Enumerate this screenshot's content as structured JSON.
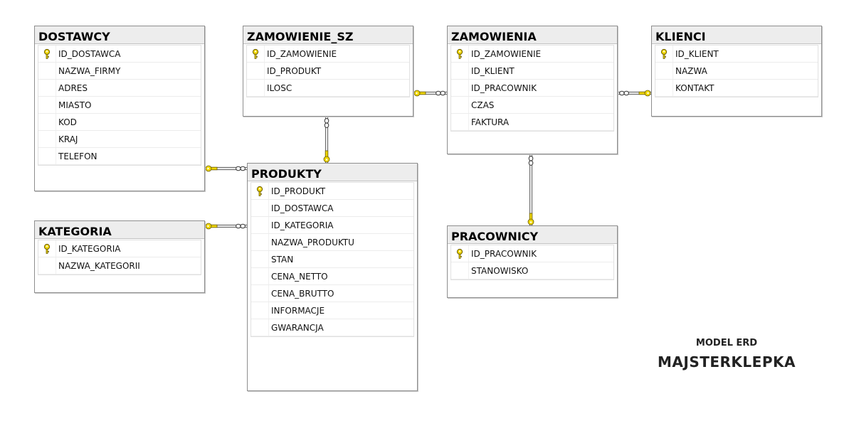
{
  "tables": {
    "dostawcy": {
      "name": "DOSTAWCY",
      "columns": [
        {
          "name": "ID_DOSTAWCA",
          "pk": true
        },
        {
          "name": "NAZWA_FIRMY"
        },
        {
          "name": "ADRES"
        },
        {
          "name": "MIASTO"
        },
        {
          "name": "KOD"
        },
        {
          "name": "KRAJ"
        },
        {
          "name": "TELEFON"
        }
      ]
    },
    "zamowienie_sz": {
      "name": "ZAMOWIENIE_SZ",
      "columns": [
        {
          "name": "ID_ZAMOWIENIE",
          "pk": true
        },
        {
          "name": "ID_PRODUKT"
        },
        {
          "name": "ILOSC"
        }
      ]
    },
    "zamowienia": {
      "name": "ZAMOWIENIA",
      "columns": [
        {
          "name": "ID_ZAMOWIENIE",
          "pk": true
        },
        {
          "name": "ID_KLIENT"
        },
        {
          "name": "ID_PRACOWNIK"
        },
        {
          "name": "CZAS"
        },
        {
          "name": "FAKTURA"
        }
      ]
    },
    "klienci": {
      "name": "KLIENCI",
      "columns": [
        {
          "name": "ID_KLIENT",
          "pk": true
        },
        {
          "name": "NAZWA"
        },
        {
          "name": "KONTAKT"
        }
      ]
    },
    "produkty": {
      "name": "PRODUKTY",
      "columns": [
        {
          "name": "ID_PRODUKT",
          "pk": true
        },
        {
          "name": "ID_DOSTAWCA"
        },
        {
          "name": "ID_KATEGORIA"
        },
        {
          "name": "NAZWA_PRODUKTU"
        },
        {
          "name": "STAN"
        },
        {
          "name": "CENA_NETTO"
        },
        {
          "name": "CENA_BRUTTO"
        },
        {
          "name": "INFORMACJE"
        },
        {
          "name": "GWARANCJA"
        }
      ]
    },
    "kategoria": {
      "name": "KATEGORIA",
      "columns": [
        {
          "name": "ID_KATEGORIA",
          "pk": true
        },
        {
          "name": "NAZWA_KATEGORII"
        }
      ]
    },
    "pracownicy": {
      "name": "PRACOWNICY",
      "columns": [
        {
          "name": "ID_PRACOWNIK",
          "pk": true
        },
        {
          "name": "STANOWISKO"
        }
      ]
    }
  },
  "relationships": [
    {
      "one": "dostawcy",
      "many": "produkty"
    },
    {
      "one": "kategoria",
      "many": "produkty"
    },
    {
      "one": "produkty",
      "many": "zamowienie_sz"
    },
    {
      "one": "zamowienie_sz",
      "many": "zamowienia"
    },
    {
      "one": "klienci",
      "many": "zamowienia"
    },
    {
      "one": "pracownicy",
      "many": "zamowienia"
    }
  ],
  "caption": {
    "line1": "MODEL ERD",
    "line2": "MAJSTERKLEPKA"
  },
  "colors": {
    "key": "#f0d800",
    "key_outline": "#6a5a00",
    "line": "#6e6e6e"
  },
  "icons": {
    "primary_key": "key-icon"
  }
}
